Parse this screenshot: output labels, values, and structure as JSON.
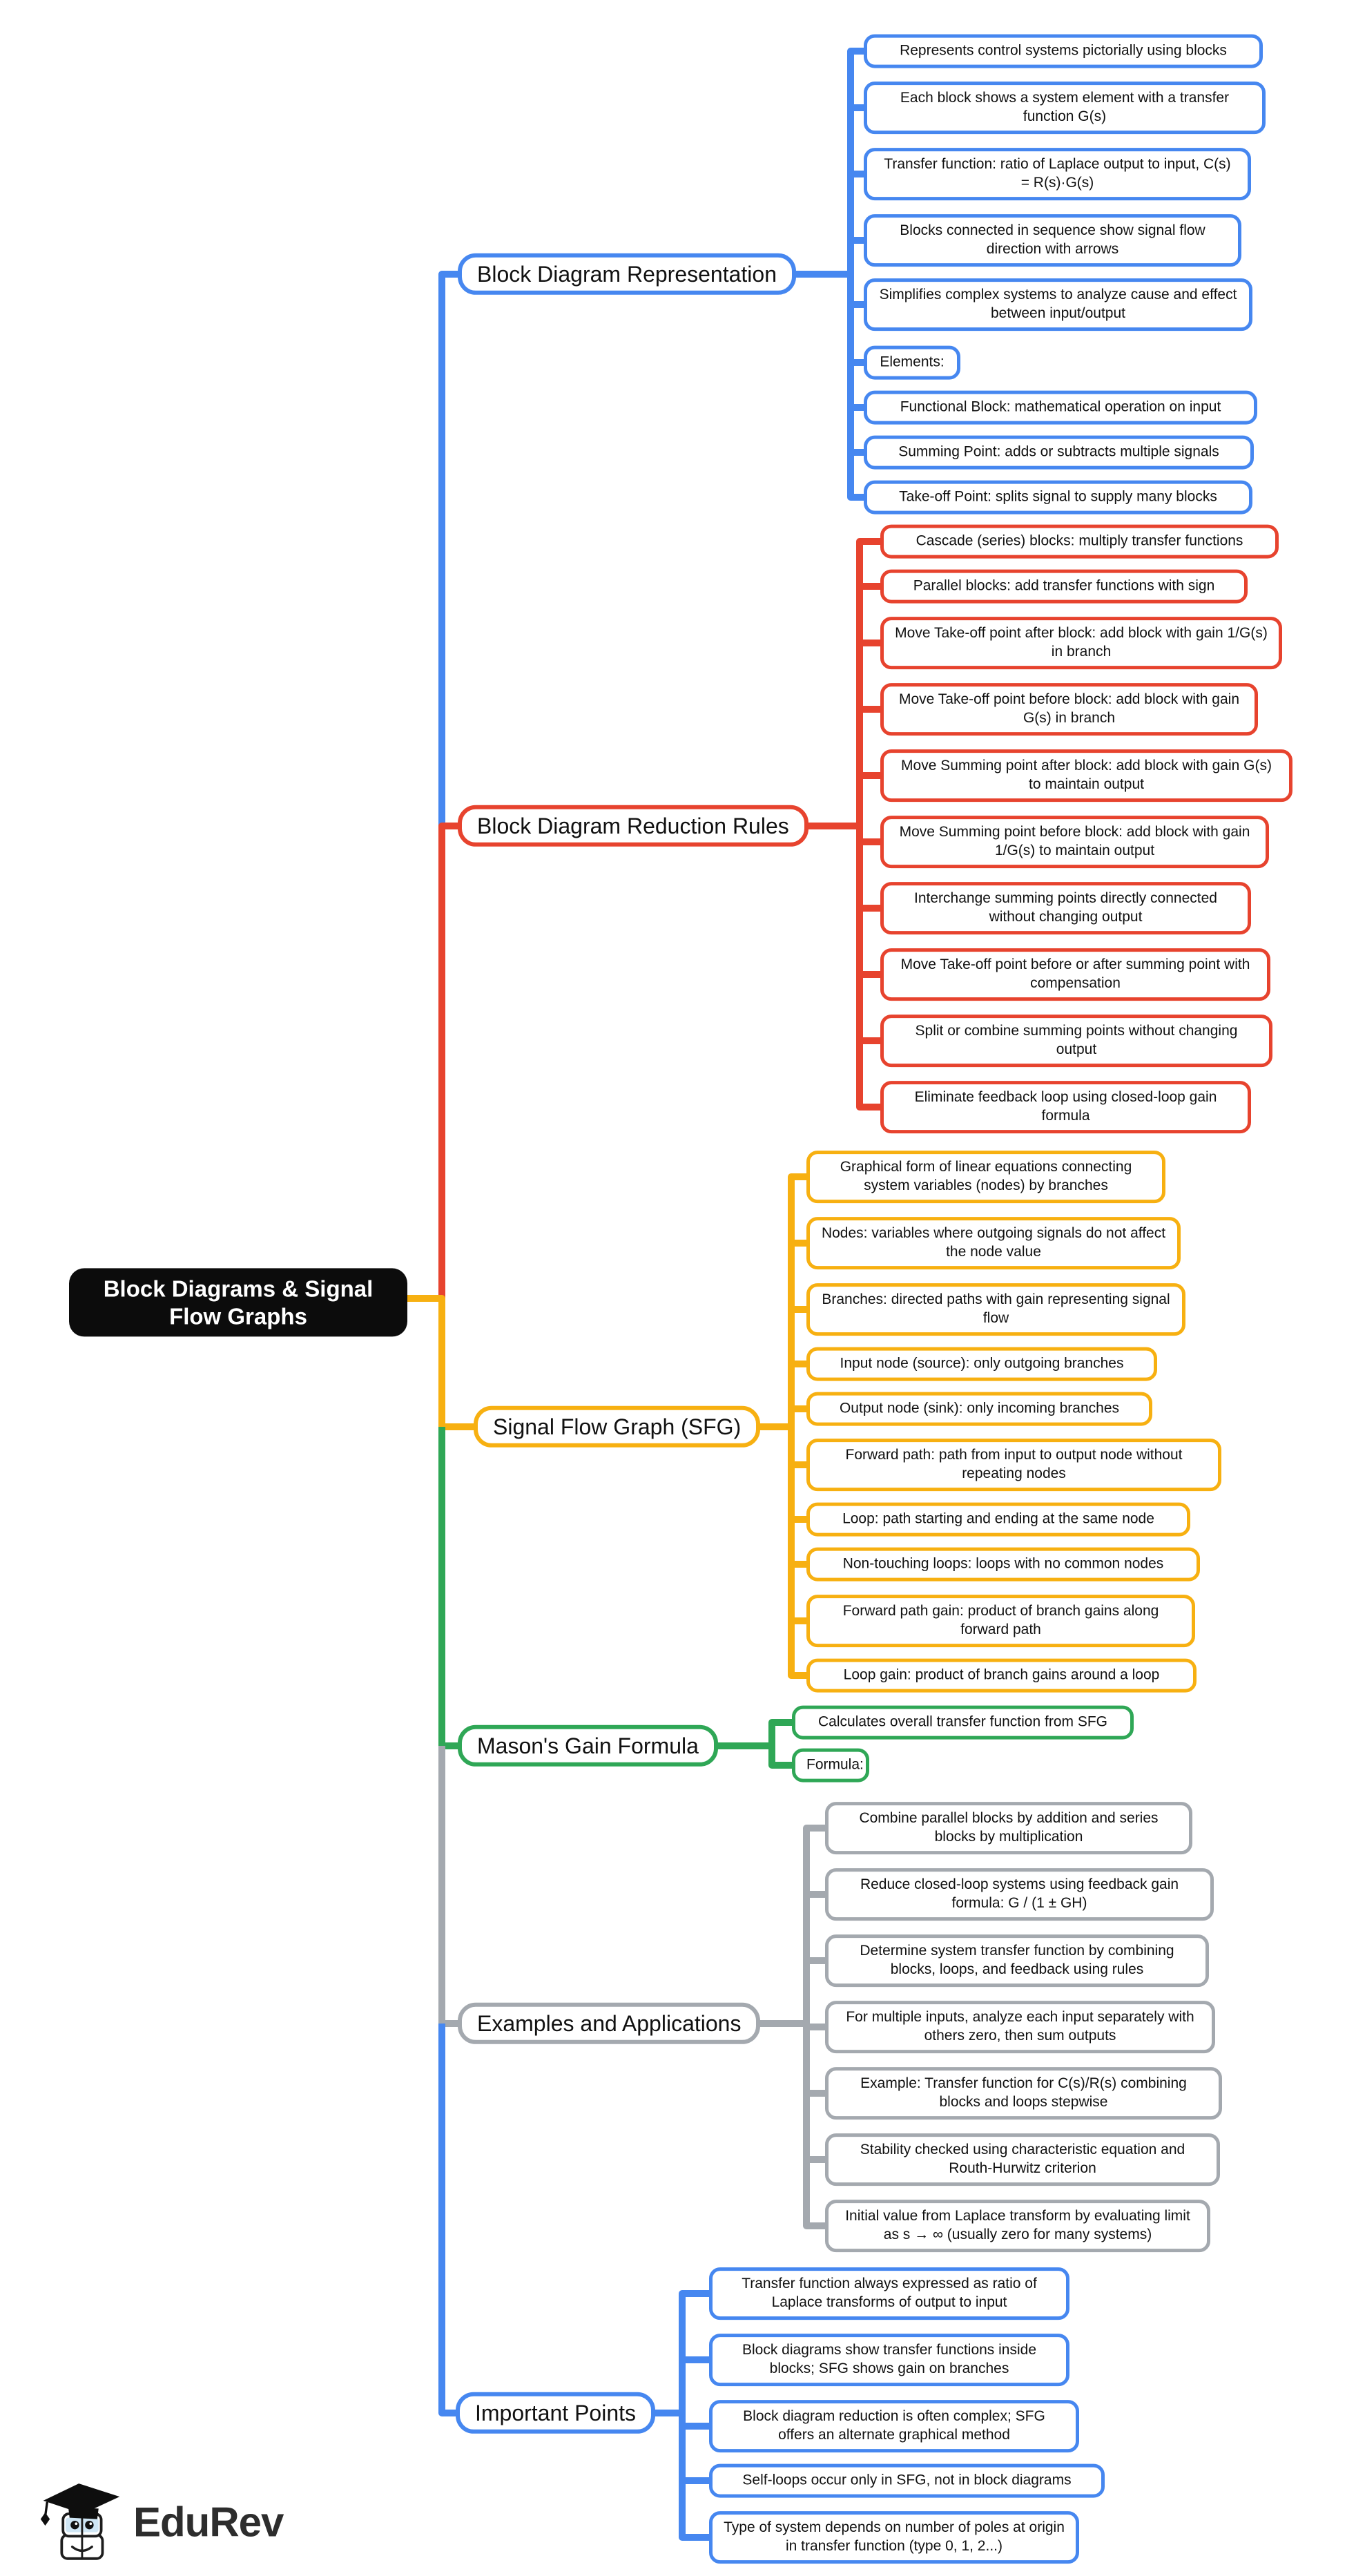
{
  "root": {
    "label": "Block Diagrams & Signal Flow Graphs"
  },
  "palette": {
    "blue": "#4687f0",
    "red": "#e7432e",
    "yellow": "#f7b011",
    "green": "#2fa756",
    "gray": "#a4a9af",
    "root_bg": "#0c0c0c"
  },
  "branches": [
    {
      "label": "Block Diagram Representation",
      "color": "#4687f0",
      "children": [
        "Represents control systems pictorially using blocks",
        "Each block shows a system element with a transfer function G(s)",
        "Transfer function: ratio of Laplace output to input, C(s) = R(s)·G(s)",
        "Blocks connected in sequence show signal flow direction with arrows",
        "Simplifies complex systems to analyze cause and effect between input/output",
        "Elements:",
        "Functional Block: mathematical operation on input",
        "Summing Point: adds or subtracts multiple signals",
        "Take-off Point: splits signal to supply many blocks"
      ]
    },
    {
      "label": "Block Diagram Reduction Rules",
      "color": "#e7432e",
      "children": [
        "Cascade (series) blocks: multiply transfer functions",
        "Parallel blocks: add transfer functions with sign",
        "Move Take-off point after block: add block with gain 1/G(s) in branch",
        "Move Take-off point before block: add block with gain G(s) in branch",
        "Move Summing point after block: add block with gain G(s) to maintain output",
        "Move Summing point before block: add block with gain 1/G(s) to maintain output",
        "Interchange summing points directly connected without changing output",
        "Move Take-off point before or after summing point with compensation",
        "Split or combine summing points without changing output",
        "Eliminate feedback loop using closed-loop gain formula"
      ]
    },
    {
      "label": "Signal Flow Graph (SFG)",
      "color": "#f7b011",
      "children": [
        "Graphical form of linear equations connecting system variables (nodes) by branches",
        "Nodes: variables where outgoing signals do not affect the node value",
        "Branches: directed paths with gain representing signal flow",
        "Input node (source): only outgoing branches",
        "Output node (sink): only incoming branches",
        "Forward path: path from input to output node without repeating nodes",
        "Loop: path starting and ending at the same node",
        "Non-touching loops: loops with no common nodes",
        "Forward path gain: product of branch gains along forward path",
        "Loop gain: product of branch gains around a loop"
      ]
    },
    {
      "label": "Mason's Gain Formula",
      "color": "#2fa756",
      "children": [
        "Calculates overall transfer function from SFG",
        "Formula:"
      ]
    },
    {
      "label": "Examples and Applications",
      "color": "#a4a9af",
      "children": [
        "Combine parallel blocks by addition and series blocks by multiplication",
        "Reduce closed-loop systems using feedback gain formula: G / (1 ± GH)",
        "Determine system transfer function by combining blocks, loops, and feedback using rules",
        "For multiple inputs, analyze each input separately with others zero, then sum outputs",
        "Example: Transfer function for C(s)/R(s) combining blocks and loops stepwise",
        "Stability checked using characteristic equation and Routh-Hurwitz criterion",
        "Initial value from Laplace transform by evaluating limit as s → ∞ (usually zero for many systems)"
      ]
    },
    {
      "label": "Important Points",
      "color": "#4687f0",
      "children": [
        "Transfer function always expressed as ratio of Laplace transforms of output to input",
        "Block diagrams show transfer functions inside blocks; SFG shows gain on branches",
        "Block diagram reduction is often complex; SFG offers an alternate graphical method",
        "Self-loops occur only in SFG, not in block diagrams",
        "Type of system depends on number of poles at origin in transfer function (type 0, 1, 2...)"
      ]
    }
  ],
  "footer": {
    "brand": "EduRev"
  }
}
